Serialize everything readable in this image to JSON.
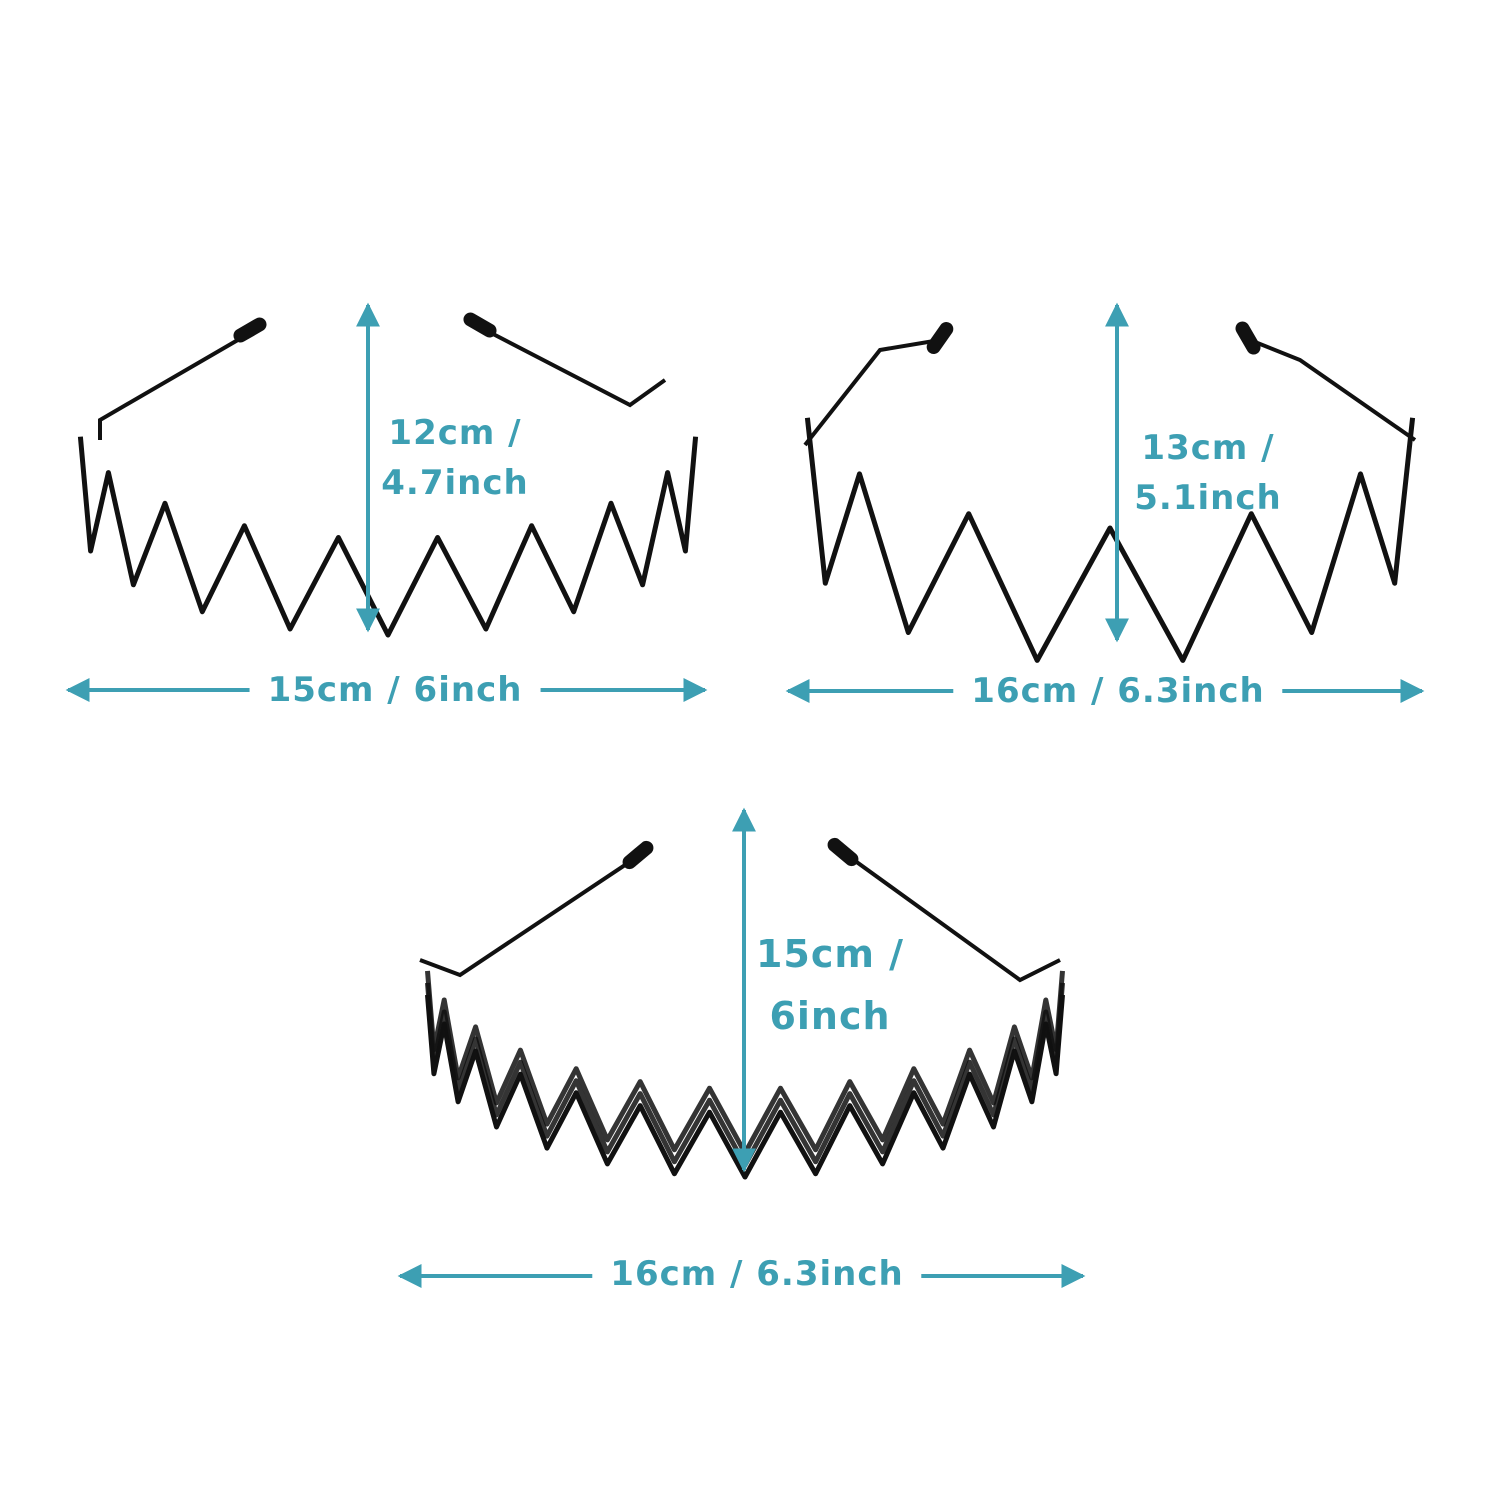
{
  "accent_color": "#3d9fb3",
  "wire_color": "#111111",
  "headbands": [
    {
      "name": "wave-headband-1",
      "height_label": [
        "12cm /",
        "4.7inch"
      ],
      "width_label": "15cm / 6inch"
    },
    {
      "name": "wave-headband-2",
      "height_label": [
        "13cm /",
        "5.1inch"
      ],
      "width_label": "16cm / 6.3inch"
    },
    {
      "name": "wave-headband-3",
      "height_label": [
        "15cm /",
        "6inch"
      ],
      "width_label": "16cm / 6.3inch"
    }
  ]
}
